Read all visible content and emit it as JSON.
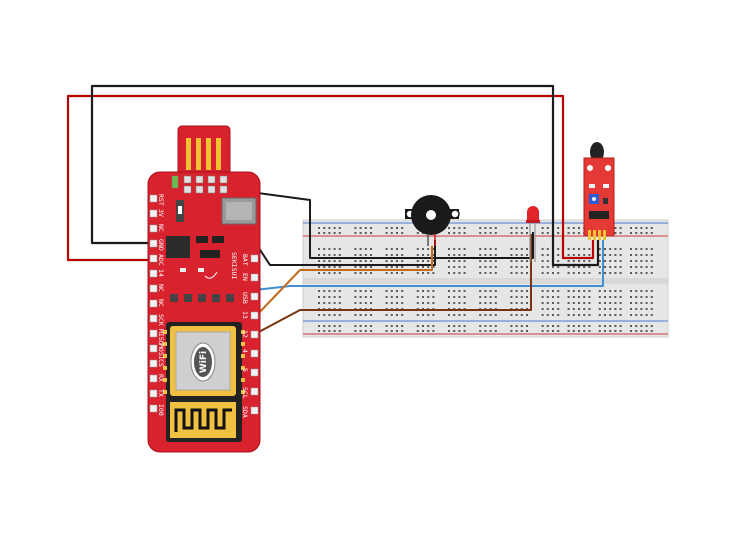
{
  "board": {
    "left_pins": [
      "RST",
      "3V",
      "NC",
      "GND",
      "ADC",
      "14",
      "NC",
      "NC",
      "SCK",
      "MISO",
      "MOSI",
      "CS",
      "RX",
      "TX",
      "IO0"
    ],
    "right_pins": [
      "BAT",
      "EN",
      "USB",
      "13",
      "12",
      "4",
      "5",
      "SCL",
      "SDA"
    ],
    "silk_text": "SEKISUI",
    "wifi_logo_text": "WiFi"
  },
  "components": [
    "esp8266-dev-board",
    "breadboard",
    "piezo-buzzer",
    "red-led",
    "flame-sensor-module"
  ],
  "colors": {
    "board_red": "#d8232f",
    "wire_red": "#b80000",
    "wire_black": "#1a1a1a",
    "wire_blue": "#3f8fd2",
    "wire_orange": "#c46a1c",
    "wire_brown": "#7a3510",
    "breadboard": "#e8e8e8",
    "rail_red": "#d23c3c",
    "rail_blue": "#4a7bd0"
  }
}
